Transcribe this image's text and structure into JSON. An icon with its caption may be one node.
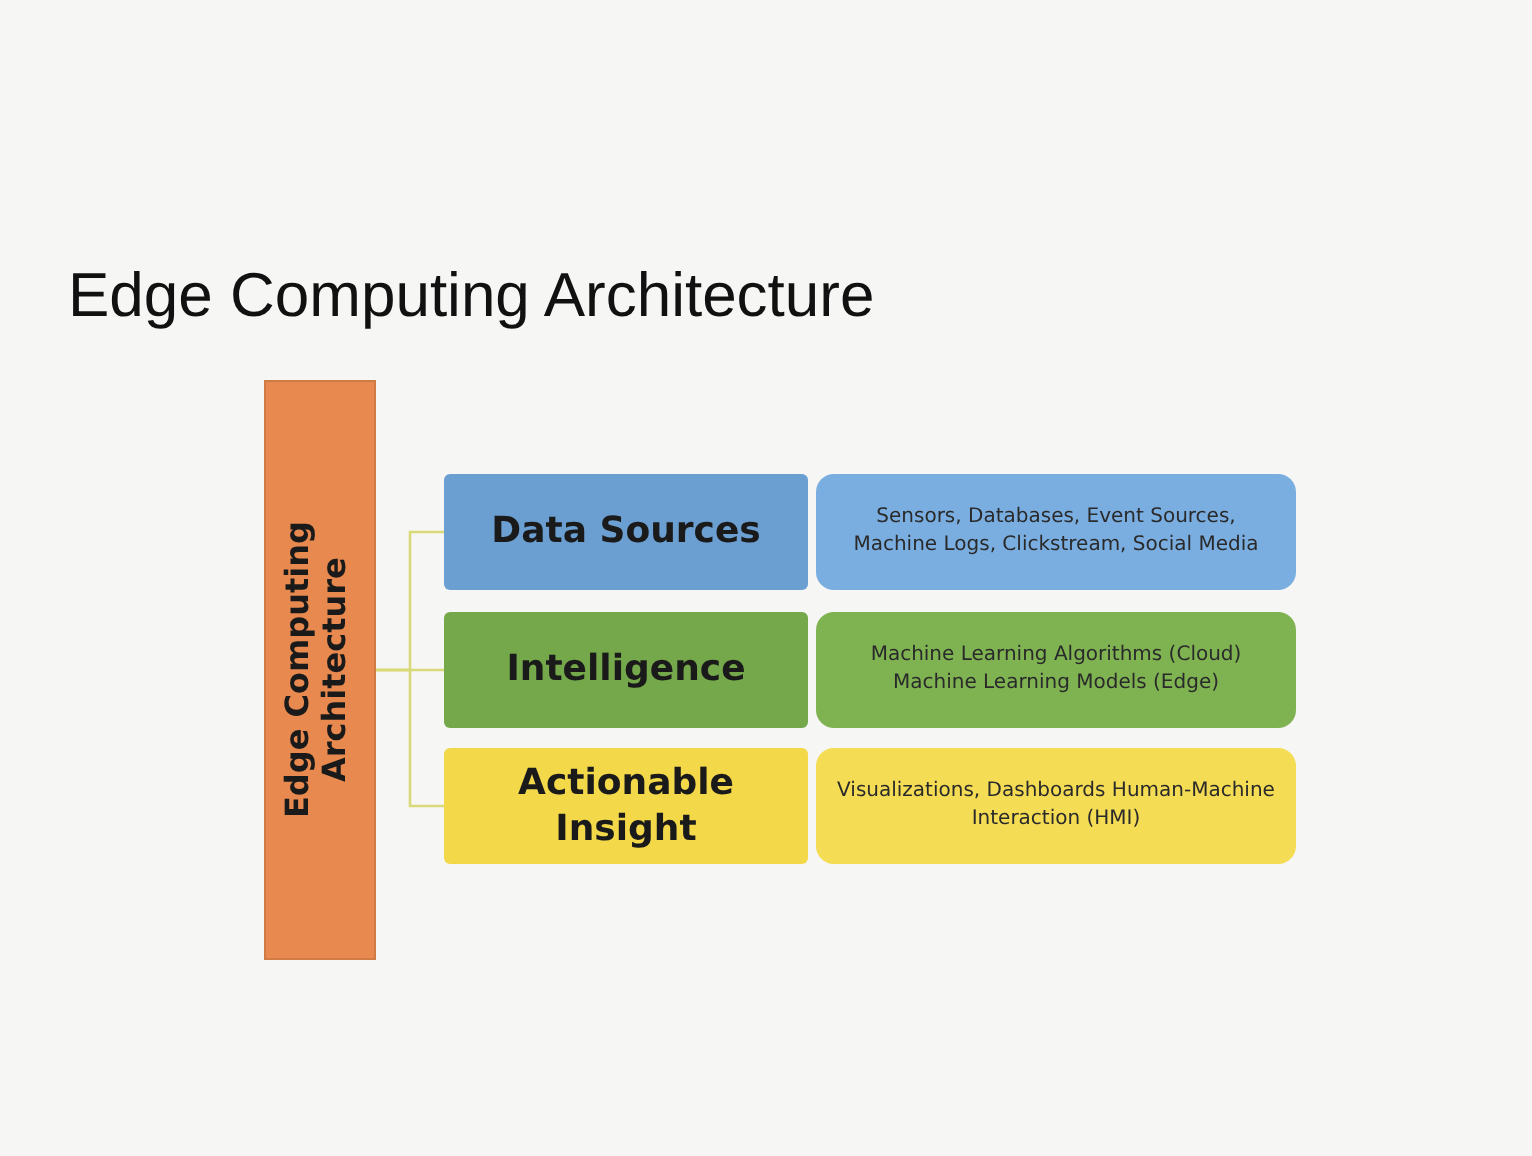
{
  "diagram": {
    "title": "Edge Computing Architecture",
    "nodes": [
      {
        "text": [
          "Edge Computing Architecture"
        ]
      },
      {
        "text": [
          "Data Sources"
        ]
      },
      {
        "text": [
          "Sensors, Databases, Event Sources, Machine Logs, Clickstream, Social Media"
        ]
      },
      {
        "text": [
          "Intelligence"
        ]
      },
      {
        "text": [
          "Machine Learning Algorithms (Cloud) Machine Learning Models (Edge)"
        ]
      },
      {
        "text": [
          "Actionable Insight"
        ]
      },
      {
        "text": [
          "Visualizations, Dashboards Human-Machine Interaction (HMI)"
        ]
      }
    ],
    "edges": [
      {
        "from": 0,
        "to": 1,
        "arrow": "none"
      },
      {
        "from": 0,
        "to": 3,
        "arrow": "none"
      },
      {
        "from": 0,
        "to": 5,
        "arrow": "none"
      }
    ]
  }
}
